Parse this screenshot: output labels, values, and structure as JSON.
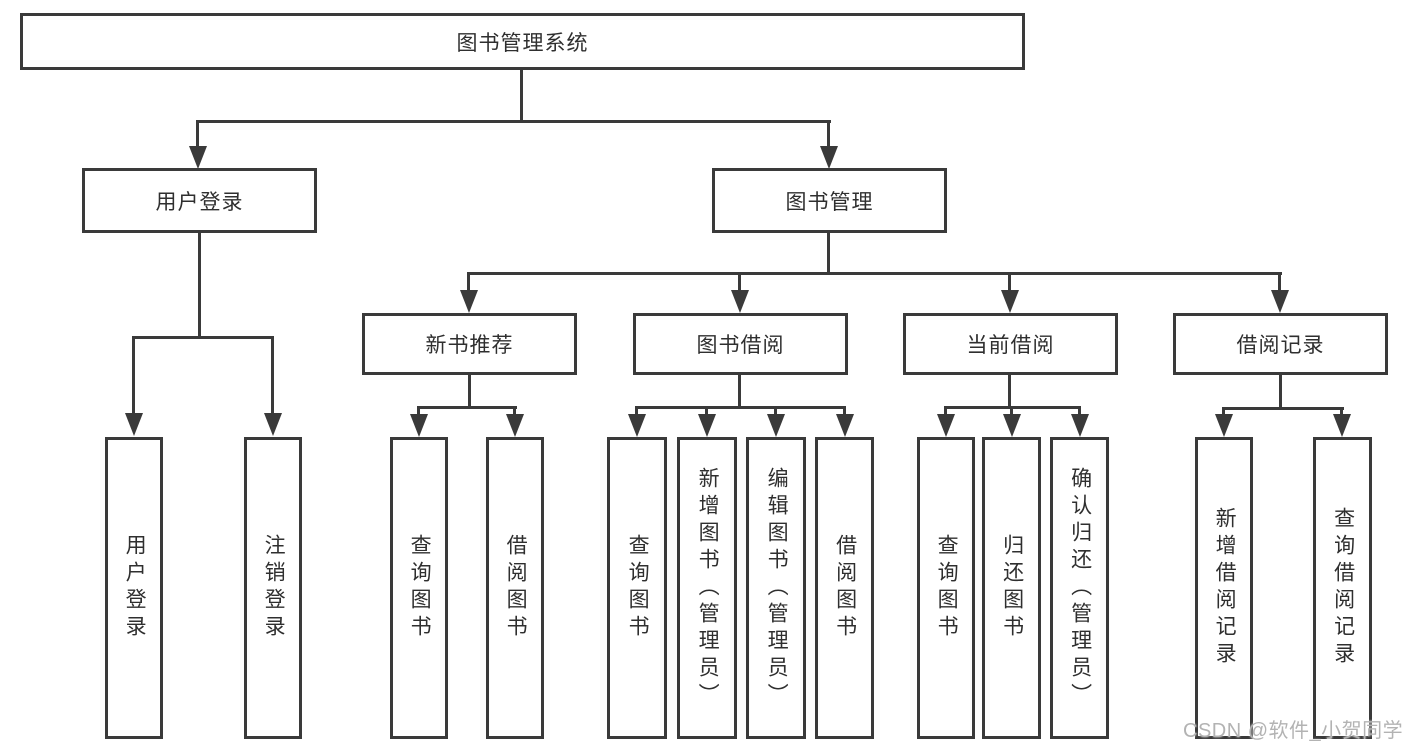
{
  "diagram": {
    "title": "图书管理系统",
    "level2": {
      "user_login": "用户登录",
      "book_mgmt": "图书管理"
    },
    "level3": {
      "new_books": "新书推荐",
      "book_borrow": "图书借阅",
      "current_borrow": "当前借阅",
      "borrow_records": "借阅记录"
    },
    "leaves": {
      "user_login": [
        "用户登录",
        "注销登录"
      ],
      "new_books": [
        "查询图书",
        "借阅图书"
      ],
      "book_borrow": [
        "查询图书",
        "新增图书（管理员）",
        "编辑图书（管理员）",
        "借阅图书"
      ],
      "current_borrow": [
        "查询图书",
        "归还图书",
        "确认归还（管理员）"
      ],
      "borrow_records": [
        "新增借阅记录",
        "查询借阅记录"
      ]
    },
    "watermark": "CSDN @软件_小贺同学",
    "colors": {
      "line": "#3a3a3a",
      "text": "#2f2f2f",
      "background": "#ffffff",
      "watermark": "#b3b3b3"
    }
  }
}
